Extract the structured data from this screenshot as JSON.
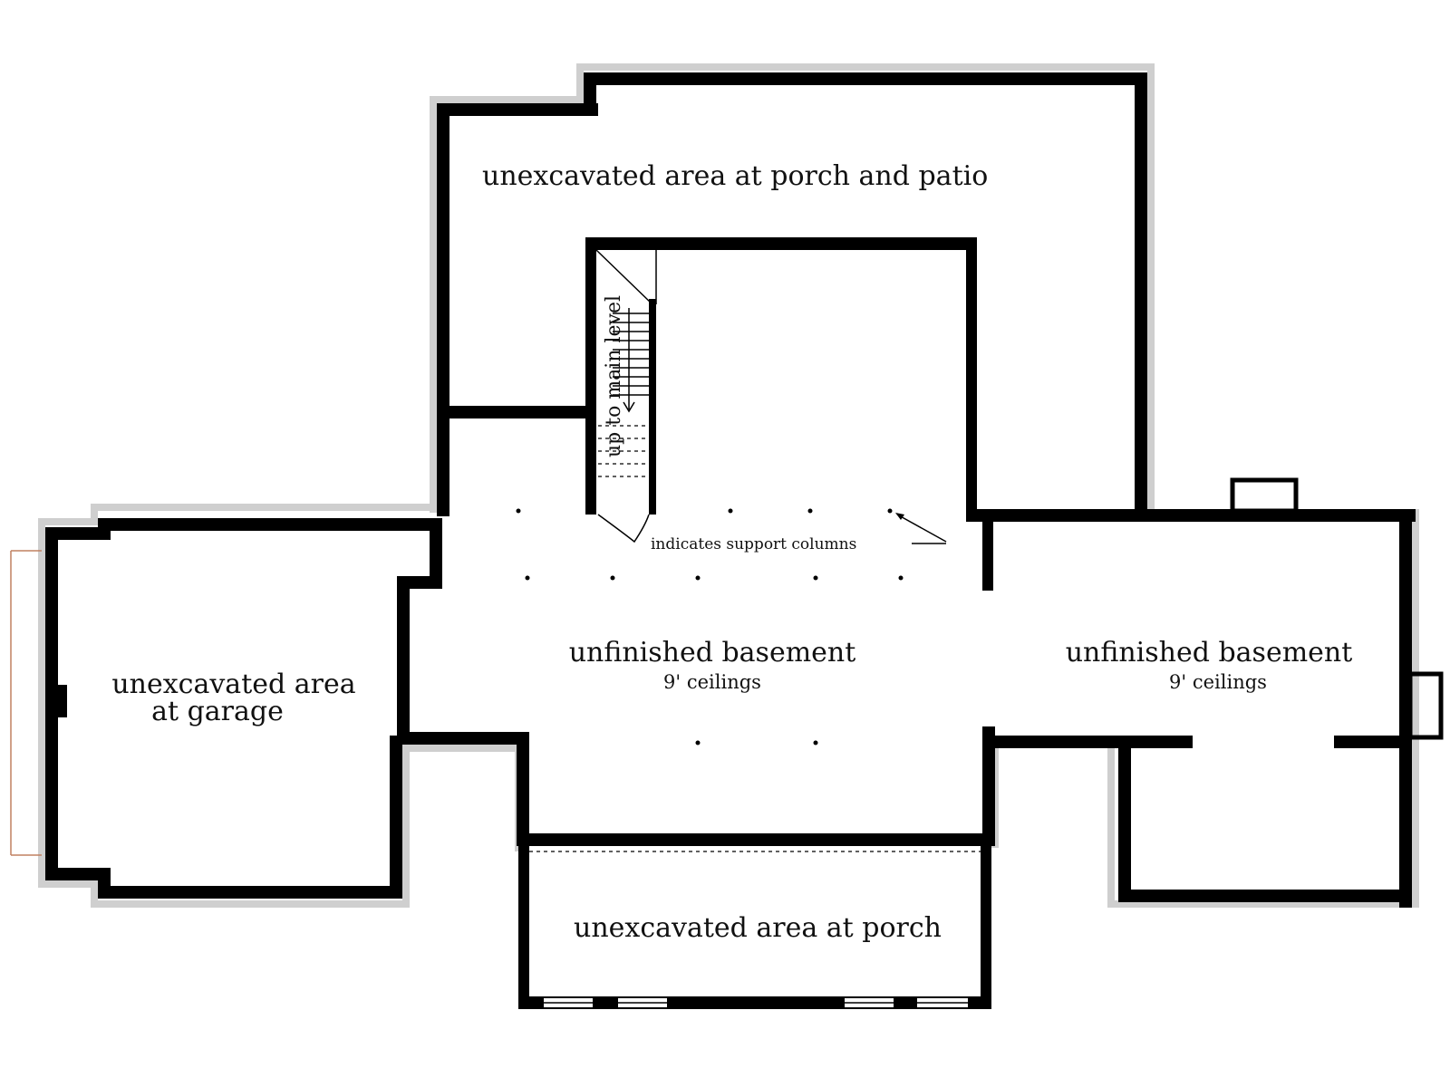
{
  "rooms": {
    "porch_patio": "unexcavated area at porch and patio",
    "garage_line1": "unexcavated area",
    "garage_line2": "at garage",
    "basement_center": "unfinished basement",
    "basement_center_ceiling": "9' ceilings",
    "basement_right": "unfinished basement",
    "basement_right_ceiling": "9' ceilings",
    "porch_bottom": "unexcavated area at porch"
  },
  "stairs": {
    "label": "up to main level"
  },
  "notes": {
    "support_columns": "indicates support columns"
  },
  "colors": {
    "wall": "#000000",
    "hatch": "#cfcfcf",
    "window_line": "#c08060"
  }
}
